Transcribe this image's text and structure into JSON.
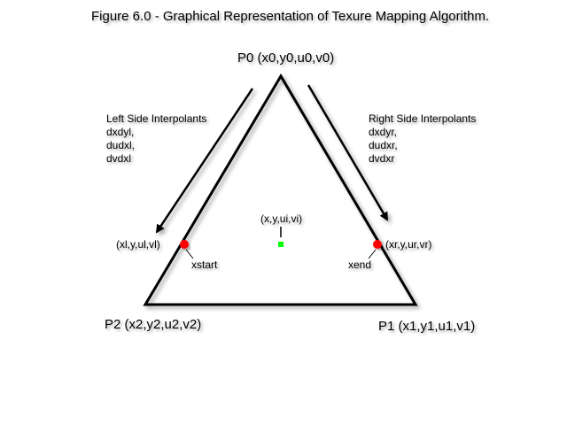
{
  "figure": {
    "title": "Figure 6.0 - Graphical Representation of Texure Mapping Algorithm."
  },
  "vertices": {
    "p0": "P0 (x0,y0,u0,v0)",
    "p1": "P1 (x1,y1,u1,v1)",
    "p2": "P2 (x2,y2,u2,v2)"
  },
  "interpolants": {
    "left": {
      "heading": "Left Side Interpolants",
      "items": [
        "dxdyl,",
        "dudxl,",
        "dvdxl"
      ]
    },
    "right": {
      "heading": "Right Side Interpolants",
      "items": [
        "dxdyr,",
        "dudxr,",
        "dvdxr"
      ]
    }
  },
  "scanline": {
    "left_point": "(xl,y,ul,vl)",
    "right_point": "(xr,y,ur,vr)",
    "mid_point": "(x,y,ui,vi)",
    "start_label": "xstart",
    "end_label": "xend"
  },
  "colors": {
    "edge": "#000000",
    "endpoint": "#ff0000",
    "scanline": "#ff0000",
    "midpoint": "#00ff00"
  }
}
